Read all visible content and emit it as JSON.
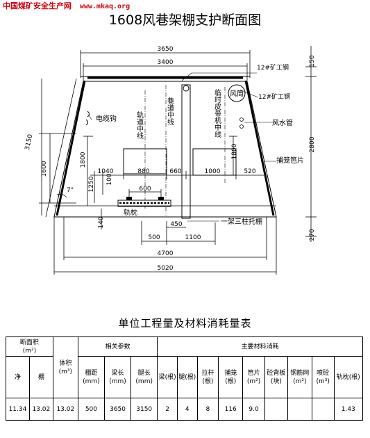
{
  "header": {
    "site_name": "中国煤矿安全生产网",
    "site_url": "www.mkaq.org"
  },
  "drawing": {
    "title": "1608风巷架棚支护断面图",
    "dims": {
      "top_width": "3650",
      "inner_top": "3400",
      "side_length": "3150",
      "left_height": "1600",
      "h_1800_left": "1800",
      "h_1250": "1250",
      "h_100": "100",
      "w_1040": "1040",
      "w_880": "880",
      "w_660": "660",
      "w_1000": "1000",
      "w_520": "520",
      "w_600": "600",
      "h_140": "140",
      "w_450": "450",
      "w_500": "500",
      "w_1100": "1100",
      "w_4700": "4700",
      "w_5020": "5020",
      "r_150": "150",
      "r_2800": "2800",
      "r_270": "270",
      "h_1800_right": "1800",
      "angle": "7°"
    },
    "labels": {
      "steel_top": "12#矿工钢",
      "steel_beam": "12#矿工钢",
      "air_duct": "风筒",
      "water_pipe": "风水管",
      "bamboo_sheet": "捕笼笆片",
      "cable_hook": "电缆钩",
      "track_center": "轨道中线",
      "roadway_center": "巷道中线",
      "belt_center": "临时皮带机中线",
      "sleeper": "轨枕",
      "frame_support": "一架三柱托棚"
    }
  },
  "table": {
    "title": "单位工程量及材料消耗量表",
    "headers": {
      "section_area": "断面积",
      "section_unit": "(m²)",
      "net": "净",
      "gross": "棚",
      "volume": "体积(m³)",
      "related": "相关参数",
      "spacing": "棚距(mm)",
      "beam_len": "梁长(mm)",
      "leg_len": "腿长(mm)",
      "materials": "主要材料消耗",
      "m_beam": "梁(根)",
      "m_leg": "腿(根)",
      "m_rod": "拉杆(根)",
      "m_bamboo": "捕笼(根)",
      "m_sheet": "笆片(m²)",
      "m_board": "砼背板(块)",
      "m_mesh": "钢筋网(m²)",
      "m_spray": "喷砼(m³)",
      "m_sleeper": "轨枕(根)"
    },
    "row": [
      "11.34",
      "13.02",
      "13.02",
      "500",
      "3650",
      "3150",
      "2",
      "4",
      "8",
      "116",
      "9.0",
      "",
      "",
      "",
      "1.43"
    ]
  }
}
